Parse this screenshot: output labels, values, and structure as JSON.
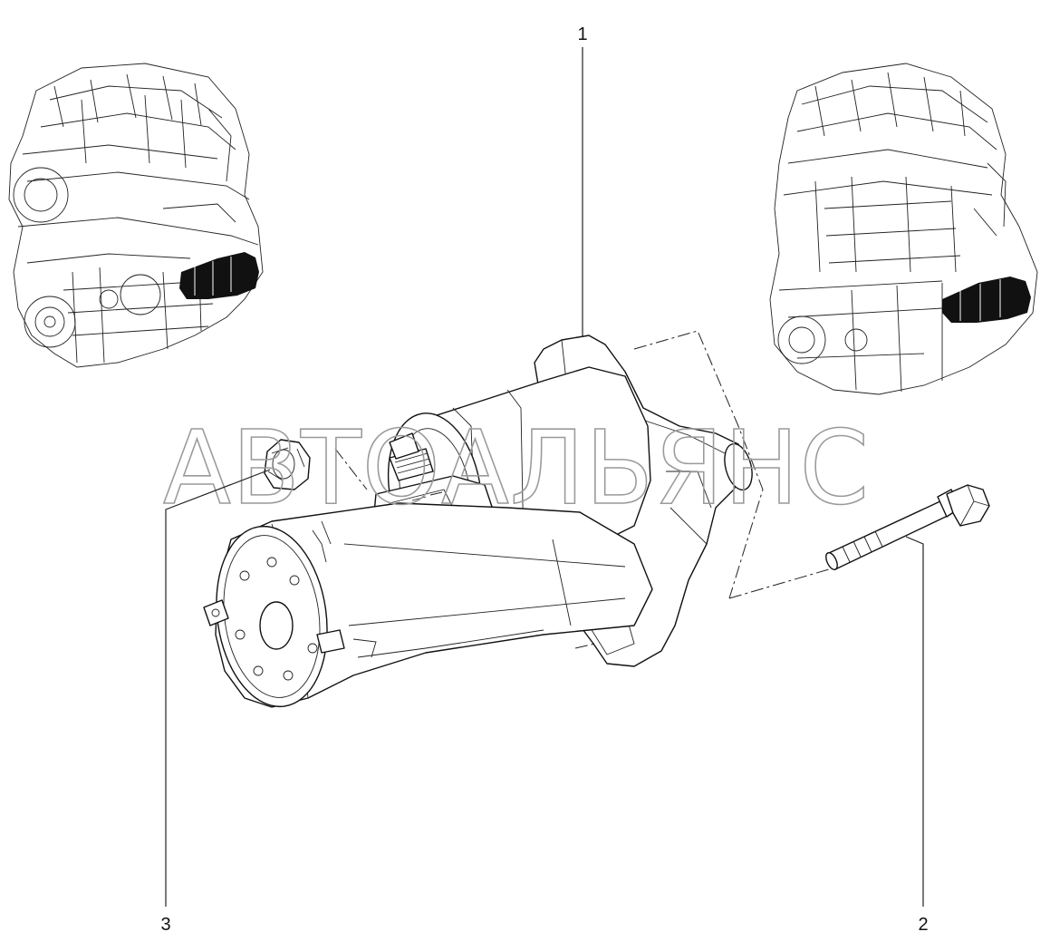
{
  "figure": {
    "watermark_text": "АВТОАЛЬЯНС",
    "callouts": [
      {
        "id": "1",
        "label": "1"
      },
      {
        "id": "2",
        "label": "2"
      },
      {
        "id": "3",
        "label": "3"
      }
    ],
    "colors": {
      "line": "#111111",
      "background": "#ffffff",
      "watermark": "#9a9a9a"
    }
  }
}
